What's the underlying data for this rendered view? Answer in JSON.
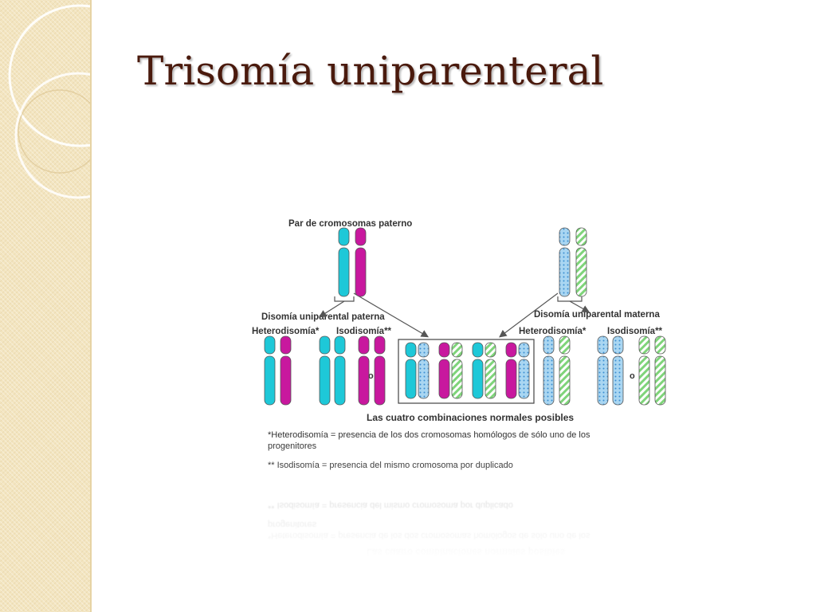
{
  "slide": {
    "title": "Trisomía uniparenteral"
  },
  "diagram": {
    "paternal_pair_label": "Par de cromosomas paterno",
    "paternal_disomy_label": "Disomía uniparental paterna",
    "maternal_disomy_label": "Disomía uniparental materna",
    "heterodisomy_label": "Heterodisomía*",
    "isodisomy_label": "Isodisomía**",
    "or_label": "o",
    "normal_combinations_label": "Las cuatro combinaciones normales posibles",
    "note_heterodisomy_line1": "*Heterodisomía = presencia de los dos cromosomas homólogos de sólo uno de los",
    "note_heterodisomy_line2": "progenitores",
    "note_isodisomy": "** Isodisomía = presencia del mismo cromosoma por duplicado",
    "colors": {
      "paternal_a": "#1ec8d8",
      "paternal_b": "#c8189e",
      "maternal_a": "#9fd0ee",
      "maternal_b": "#8fe08a",
      "title": "#4a1a0d",
      "side_band": "#f3e5c0"
    }
  }
}
